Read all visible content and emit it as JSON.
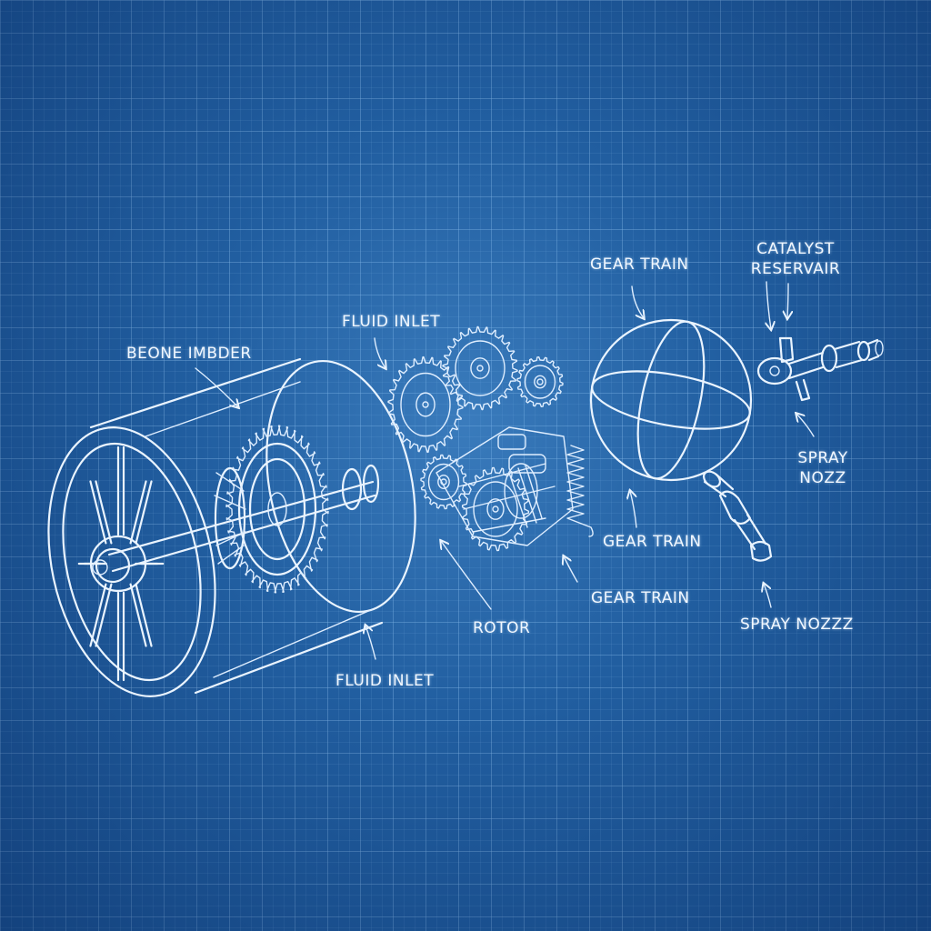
{
  "labels": {
    "beone_imbder": "BEONE IMBDER",
    "fluid_inlet_top": "FLUID INLET",
    "gear_train_top": "GEAR TRAIN",
    "catalyst_reservoir_line1": "CATALYST",
    "catalyst_reservoir_line2": "RESERVAIR",
    "spray_nozz_line1": "SPRAY",
    "spray_nozz_line2": "NOZZ",
    "gear_train_mid": "GEAR TRAIN",
    "gear_train_low": "GEAR TRAIN",
    "rotor": "ROTOR",
    "fluid_inlet_bottom": "FLUID INLET",
    "spray_nozzz": "SPRAY NOZZZ"
  },
  "colors": {
    "background": "#1f5b9c",
    "line": "#eaf4ff"
  }
}
